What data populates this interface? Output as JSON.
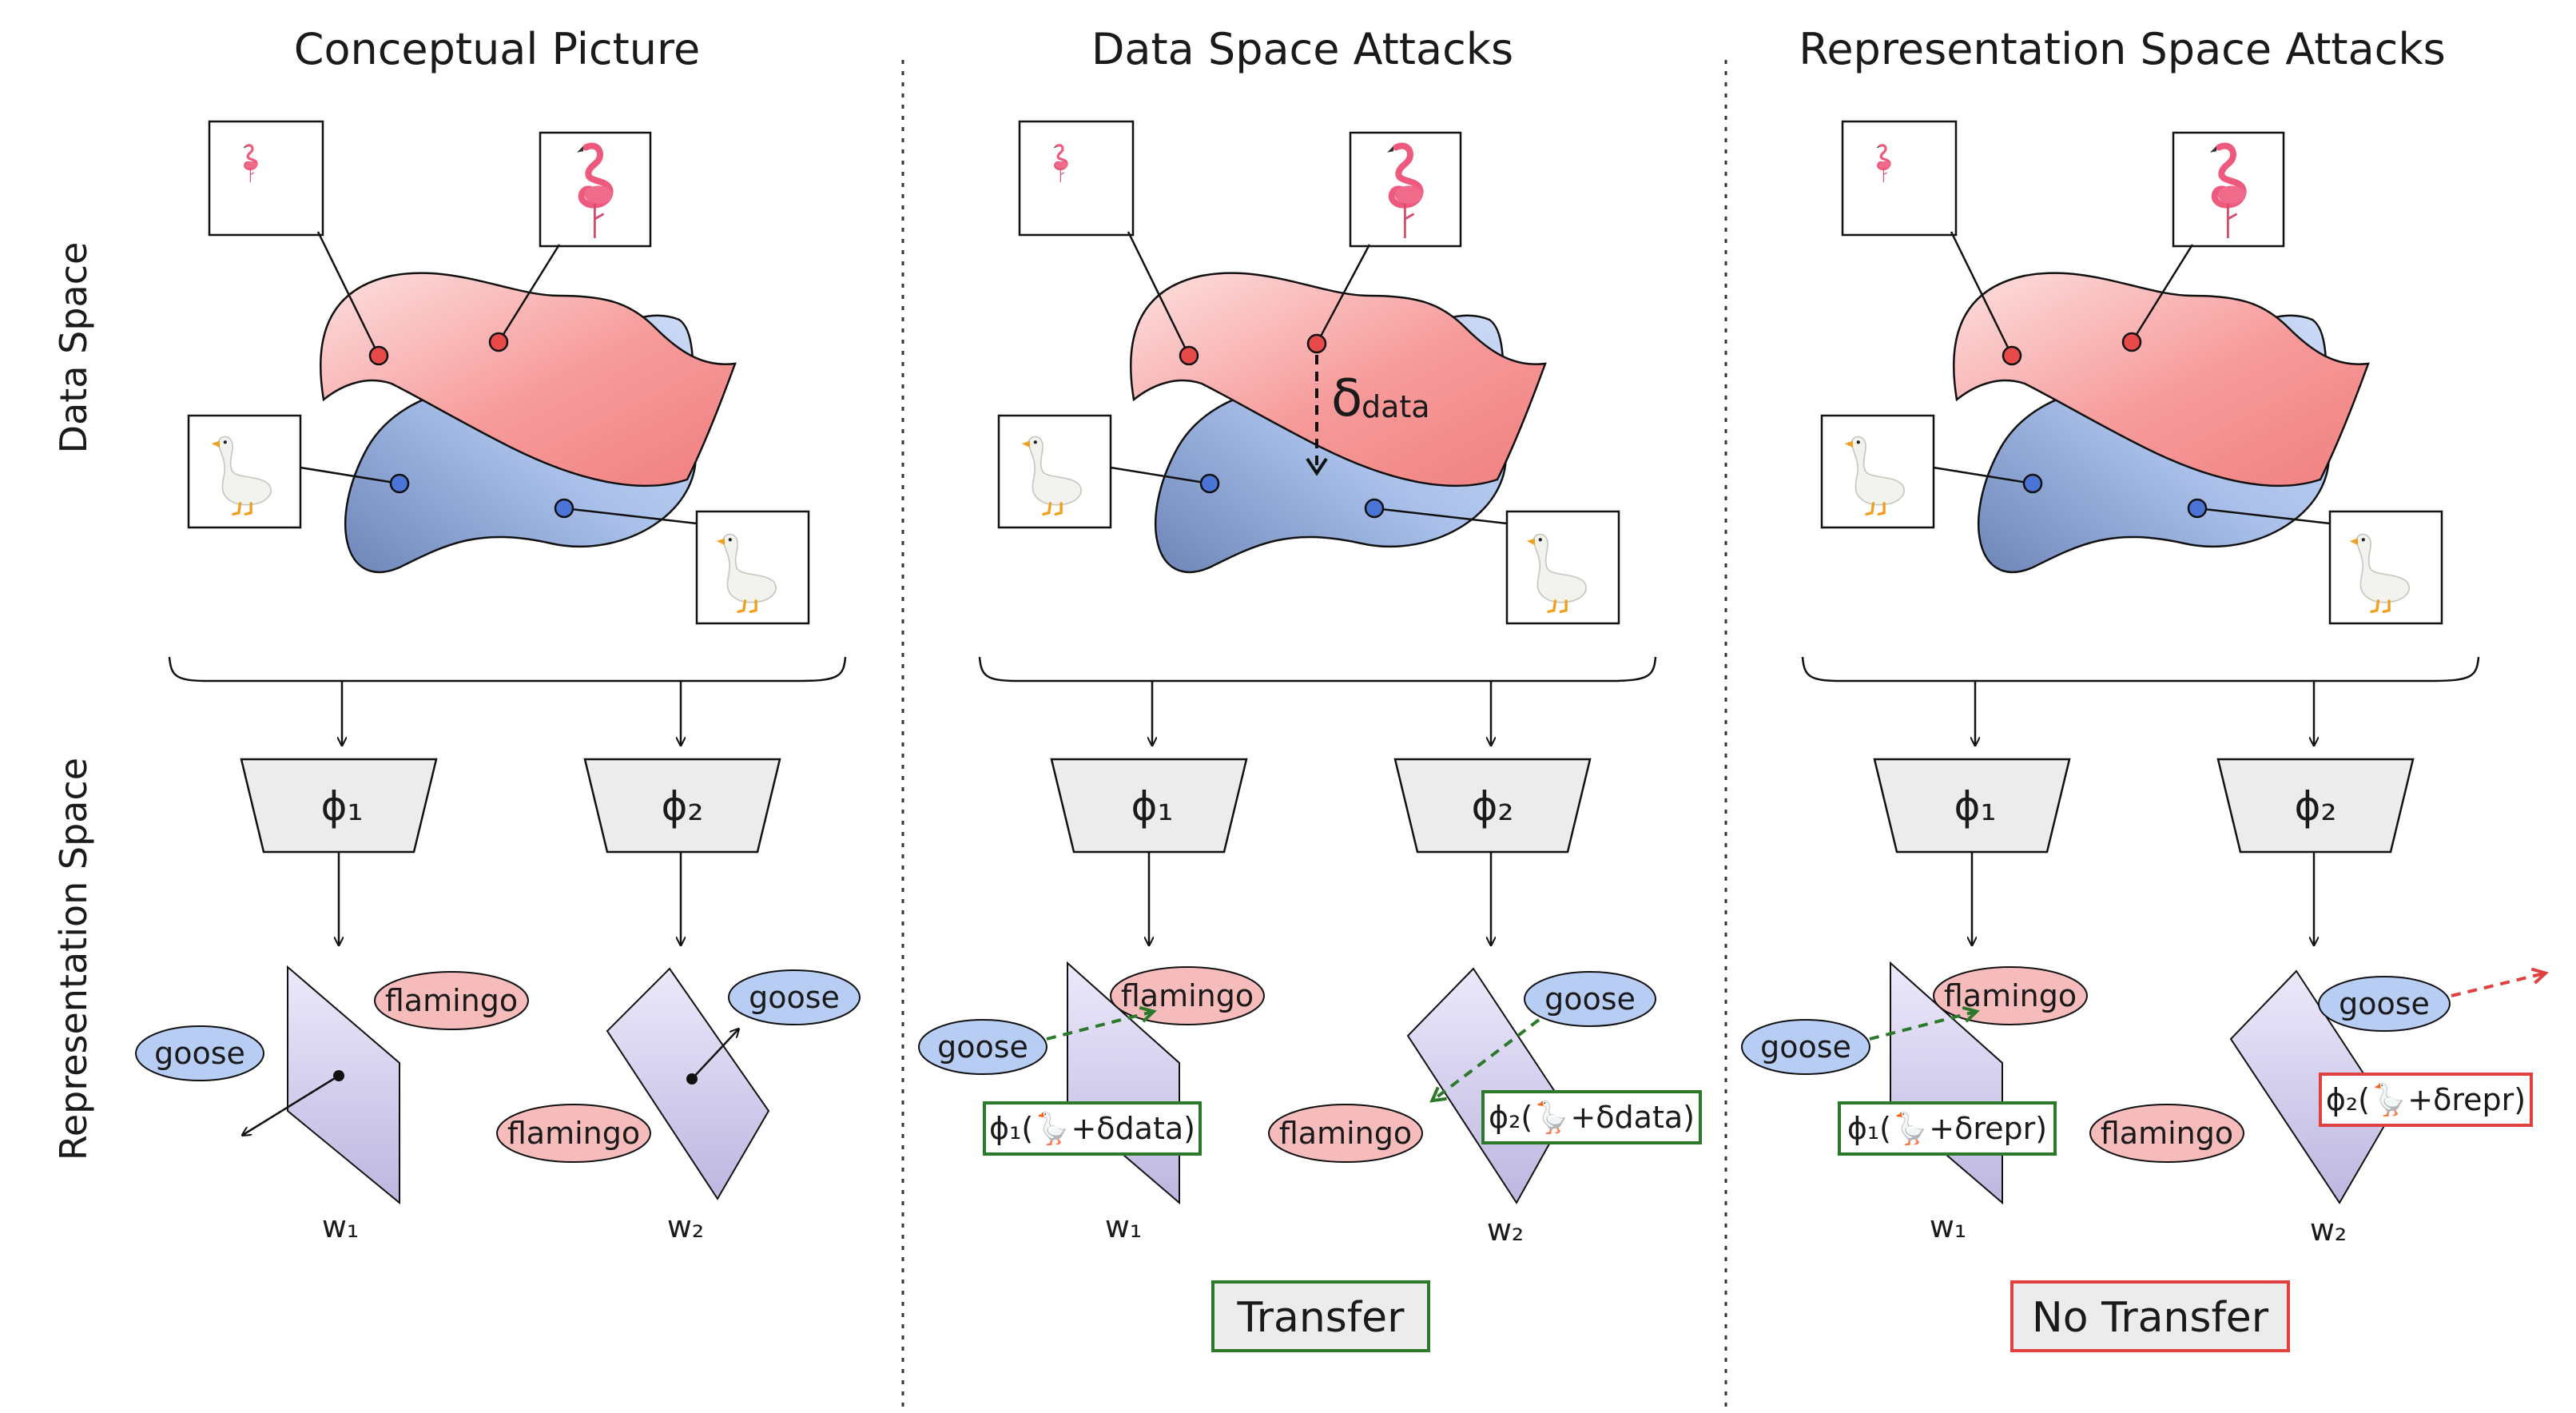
{
  "panels": [
    {
      "title": "Conceptual Picture",
      "phi1": "ϕ₁",
      "phi2": "ϕ₂",
      "w1": "w₁",
      "w2": "w₂",
      "goose1": "goose",
      "flamingo1": "flamingo",
      "goose2": "goose",
      "flamingo2": "flamingo"
    },
    {
      "title": "Data Space Attacks",
      "phi1": "ϕ₁",
      "phi2": "ϕ₂",
      "w1": "w₁",
      "w2": "w₂",
      "goose1": "goose",
      "flamingo1": "flamingo",
      "goose2": "goose",
      "flamingo2": "flamingo",
      "delta": "δ",
      "delta_sub": "data",
      "box1": "ϕ₁(🪿+δdata)",
      "box2": "ϕ₂(🪿+δdata)",
      "result": "Transfer"
    },
    {
      "title": "Representation Space Attacks",
      "phi1": "ϕ₁",
      "phi2": "ϕ₂",
      "w1": "w₁",
      "w2": "w₂",
      "goose1": "goose",
      "flamingo1": "flamingo",
      "goose2": "goose",
      "flamingo2": "flamingo",
      "box1": "ϕ₁(🪿+δrepr)",
      "box2": "ϕ₂(🪿+δrepr)",
      "result": "No Transfer"
    }
  ],
  "side_labels": {
    "data_space": "Data Space",
    "representation_space": "Representation Space"
  },
  "icons": {
    "flamingo_small": "flamingo-icon",
    "flamingo_large": "flamingo-icon",
    "goose": "goose-icon"
  },
  "colors": {
    "red_region": "#f28b8b",
    "blue_region": "#a7c0ea",
    "encoder_fill": "#ececec",
    "goose_oval": "#b8cdf3",
    "flamingo_oval": "#f6bcbc",
    "hyperplane": "#d7d3ef",
    "transfer_green": "#2b7a2b",
    "no_transfer_red": "#e04040"
  }
}
